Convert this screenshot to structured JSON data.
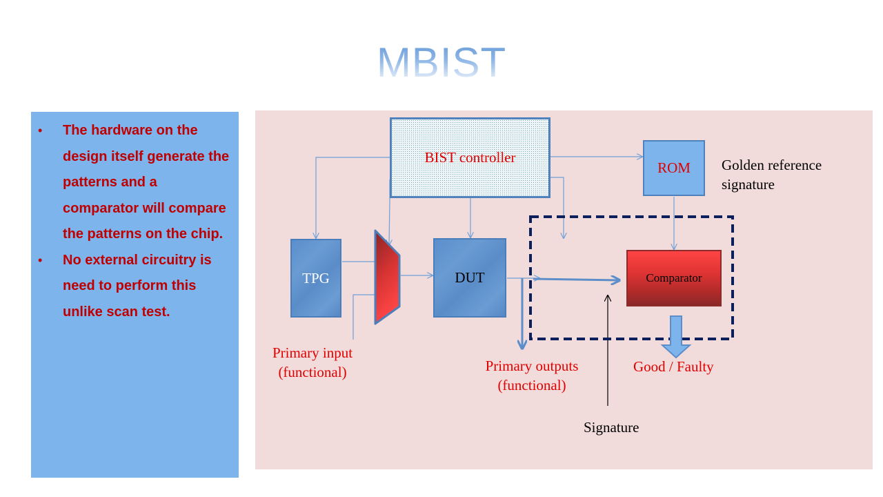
{
  "slide": {
    "title": "MBIST",
    "bullets": [
      {
        "marker": "•",
        "text": "The hardware on the design itself generate the patterns and a comparator will compare the patterns on the chip."
      },
      {
        "marker": "•",
        "text": "No external circuitry is need to perform this unlike scan test."
      }
    ]
  },
  "diagram": {
    "blocks": {
      "bist_controller": "BIST controller",
      "rom": "ROM",
      "tpg": "TPG",
      "dut": "DUT",
      "comparator": "Comparator",
      "mux": ""
    },
    "labels": {
      "golden_reference_line1": "Golden reference",
      "golden_reference_line2": "signature",
      "primary_input_line1": "Primary input",
      "primary_input_line2": "(functional)",
      "primary_outputs_line1": "Primary outputs",
      "primary_outputs_line2": "(functional)",
      "good_faulty": "Good / Faulty",
      "signature": "Signature"
    },
    "colors": {
      "panel_bg": "#f2dcdb",
      "left_panel_bg": "#7eb4ec",
      "bullet_text": "#c00000",
      "label_red": "#e00000",
      "block_border": "#4f81bd",
      "dashed_box": "#0b1f5c",
      "connector": "#6f9fd8"
    }
  }
}
